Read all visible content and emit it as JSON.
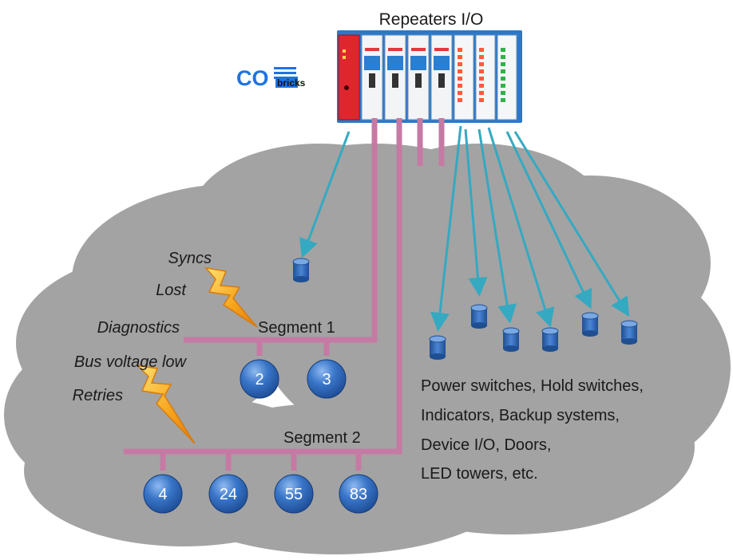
{
  "title": "Repeaters I/O",
  "logo": {
    "part1": "CO",
    "part2": "bricks"
  },
  "fault_notes": [
    "Syncs",
    "Lost",
    "Diagnostics",
    "Bus voltage low",
    "Retries"
  ],
  "segments": [
    {
      "label": "Segment 1",
      "nodes": [
        "2",
        "3"
      ]
    },
    {
      "label": "Segment 2",
      "nodes": [
        "4",
        "24",
        "55",
        "83"
      ]
    }
  ],
  "io_description": [
    "Power switches, Hold switches,",
    "Indicators, Backup systems,",
    "Device I/O, Doors,",
    "LED towers, etc."
  ],
  "colors": {
    "cloud": "#a3a3a3",
    "bus": "#c57aa4",
    "io_link": "#35a9c1",
    "node": "#2f6cc0",
    "lightning": "#f6a21a",
    "module_red": "#e0262d",
    "module_blue": "#2a7fd0"
  }
}
